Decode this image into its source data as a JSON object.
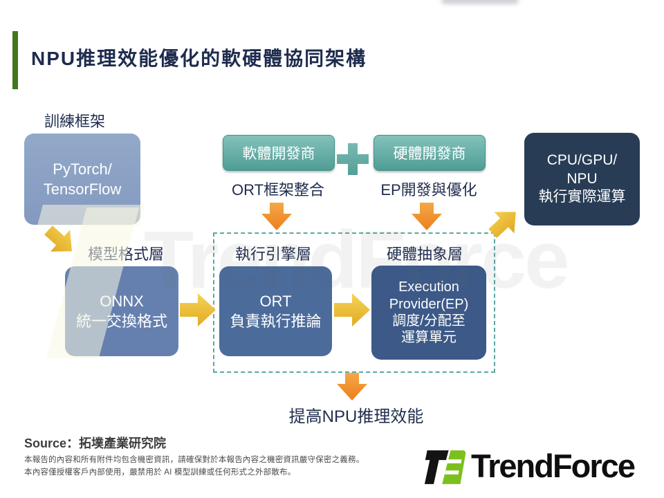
{
  "slide": {
    "title": "NPU推理效能優化的軟硬體協同架構",
    "labels": {
      "training_framework": "訓練框架",
      "ort_integration": "ORT框架整合",
      "ep_development": "EP開發與優化",
      "model_format_layer": "模型格式層",
      "execution_engine_layer": "執行引擎層",
      "hardware_abstraction_layer": "硬體抽象層",
      "outcome": "提高NPU推理效能"
    },
    "boxes": {
      "pytorch": {
        "lines": [
          "PyTorch/",
          "TensorFlow"
        ]
      },
      "software_developer": {
        "label": "軟體開發商"
      },
      "hardware_developer": {
        "label": "硬體開發商"
      },
      "cpu_gpu_npu": {
        "lines": [
          "CPU/GPU/",
          "NPU",
          "執行實際運算"
        ]
      },
      "onnx": {
        "lines": [
          "ONNX",
          "統一交換格式"
        ]
      },
      "ort": {
        "lines": [
          "ORT",
          "負責執行推論"
        ]
      },
      "execution_provider": {
        "lines": [
          "Execution",
          "Provider(EP)",
          "調度/分配至",
          "運算單元"
        ]
      }
    },
    "icons": {
      "plus": "plus-icon",
      "down_arrow": "down-arrow-icon",
      "right_arrow": "right-arrow-icon",
      "bent_arrow": "bent-arrow-icon"
    },
    "footer": {
      "source": "Source：拓墣產業研究院",
      "disclaimer_line1": "本報告的內容和所有附件均包含機密資訊，請確保對於本報告內容之機密資訊嚴守保密之義務。",
      "disclaimer_line2": "本內容僅授權客戶內部使用，嚴禁用於 AI 模型訓練或任何形式之外部散布。",
      "logo_text": "TrendForce"
    },
    "watermark": {
      "text": "TrendForce"
    },
    "colors": {
      "accent_green": "#41761f",
      "title_navy": "#1d2b4d",
      "pytorch_blue": "#8ea5c6",
      "developer_teal": "#57a69e",
      "onnx_blue": "#6580ae",
      "ort_blue": "#4b6b9b",
      "ep_navy": "#3c5987",
      "cpu_navy": "#283c55",
      "arrow_orange": "#ee8426",
      "arrow_yellow": "#eec13a",
      "dashed_teal": "#57a8a3",
      "logo_green": "#7cc01e"
    }
  }
}
